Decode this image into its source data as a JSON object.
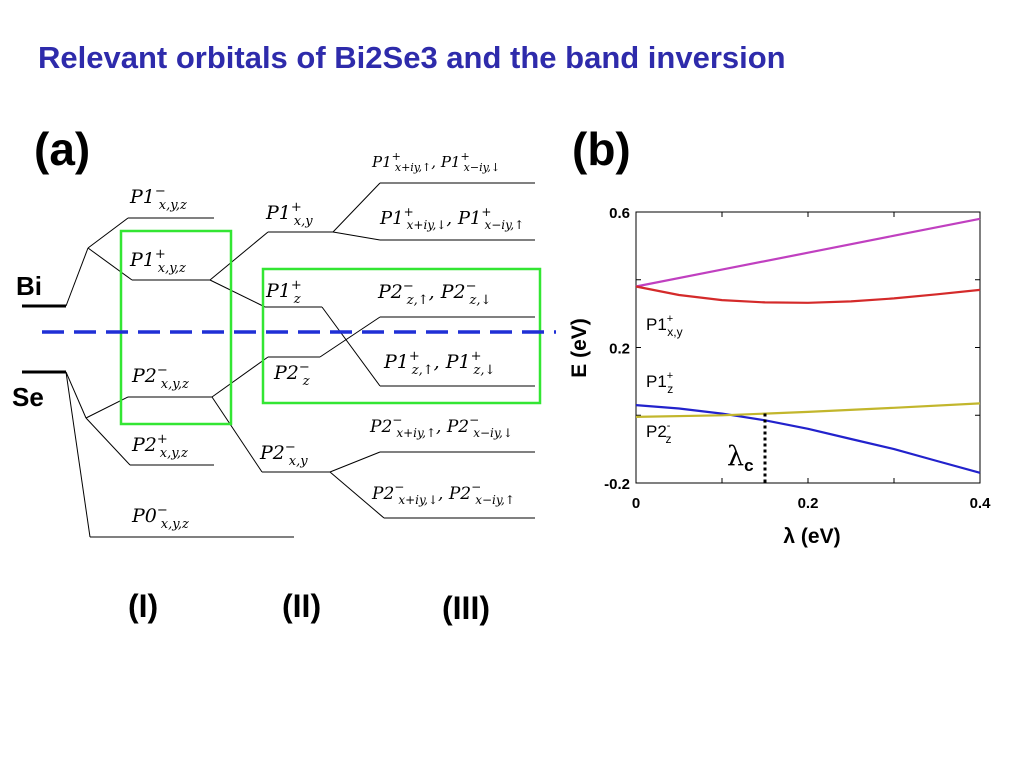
{
  "title": "Relevant orbitals of Bi2Se3 and the band inversion",
  "panel_a": {
    "label": "(a)",
    "atoms": {
      "bi": "Bi",
      "se": "Se"
    },
    "stages": {
      "s1": "(I)",
      "s2": "(II)",
      "s3": "(III)"
    },
    "col1": {
      "p1m": {
        "base": "P1",
        "sup": "−",
        "sub": "x,y,z"
      },
      "p1p": {
        "base": "P1",
        "sup": "+",
        "sub": "x,y,z"
      },
      "p2m": {
        "base": "P2",
        "sup": "−",
        "sub": "x,y,z"
      },
      "p2p": {
        "base": "P2",
        "sup": "+",
        "sub": "x,y,z"
      },
      "p0m": {
        "base": "P0",
        "sup": "−",
        "sub": "x,y,z"
      }
    },
    "col2": {
      "p1xy": {
        "base": "P1",
        "sup": "+",
        "sub": "x,y"
      },
      "p1z": {
        "base": "P1",
        "sup": "+",
        "sub": "z"
      },
      "p2z": {
        "base": "P2",
        "sup": "−",
        "sub": "z"
      },
      "p2xy": {
        "base": "P2",
        "sup": "−",
        "sub": "x,y"
      }
    },
    "col3": {
      "r1": [
        {
          "base": "P1",
          "sup": "+",
          "sub": "x+iy,↑"
        },
        {
          "base": "P1",
          "sup": "+",
          "sub": "x−iy,↓"
        }
      ],
      "r2": [
        {
          "base": "P1",
          "sup": "+",
          "sub": "x+iy,↓"
        },
        {
          "base": "P1",
          "sup": "+",
          "sub": "x−iy,↑"
        }
      ],
      "r3": [
        {
          "base": "P2",
          "sup": "−",
          "sub": "z,↑"
        },
        {
          "base": "P2",
          "sup": "−",
          "sub": "z,↓"
        }
      ],
      "r4": [
        {
          "base": "P1",
          "sup": "+",
          "sub": "z,↑"
        },
        {
          "base": "P1",
          "sup": "+",
          "sub": "z,↓"
        }
      ],
      "r5": [
        {
          "base": "P2",
          "sup": "−",
          "sub": "x+iy,↑"
        },
        {
          "base": "P2",
          "sup": "−",
          "sub": "x−iy,↓"
        }
      ],
      "r6": [
        {
          "base": "P2",
          "sup": "−",
          "sub": "x+iy,↓"
        },
        {
          "base": "P2",
          "sup": "−",
          "sub": "x−iy,↑"
        }
      ]
    },
    "colors": {
      "box": "#33e633",
      "fermi": "#1f2fd6",
      "lines": "#000000"
    }
  },
  "panel_b": {
    "label": "(b)",
    "chart_data": {
      "type": "line",
      "xlabel": "λ (eV)",
      "ylabel": "E (eV)",
      "xlim": [
        0,
        0.4
      ],
      "ylim": [
        -0.2,
        0.6
      ],
      "xticks": [
        "0",
        "0.2",
        "0.4"
      ],
      "yticks": [
        "-0.2",
        "0.2",
        "0.6"
      ],
      "critical_label": {
        "base": "λ",
        "sub": "c"
      },
      "critical_x": 0.15,
      "series": [
        {
          "name": "",
          "color": "#c040c0",
          "x": [
            0,
            0.1,
            0.2,
            0.3,
            0.4
          ],
          "y": [
            0.38,
            0.43,
            0.48,
            0.53,
            0.58
          ]
        },
        {
          "name": "P1⁺ x,y",
          "color": "#d42a2a",
          "x": [
            0,
            0.05,
            0.1,
            0.15,
            0.2,
            0.25,
            0.3,
            0.35,
            0.4
          ],
          "y": [
            0.38,
            0.355,
            0.34,
            0.333,
            0.332,
            0.336,
            0.345,
            0.357,
            0.37
          ]
        },
        {
          "name": "P1⁺ z",
          "color": "#2222cc",
          "x": [
            0,
            0.05,
            0.1,
            0.15,
            0.2,
            0.25,
            0.3,
            0.35,
            0.4
          ],
          "y": [
            0.03,
            0.02,
            0.005,
            -0.015,
            -0.04,
            -0.07,
            -0.1,
            -0.135,
            -0.17
          ]
        },
        {
          "name": "P2⁻ z",
          "color": "#c2b62c",
          "x": [
            0,
            0.1,
            0.2,
            0.3,
            0.4
          ],
          "y": [
            -0.005,
            0.0,
            0.01,
            0.022,
            0.035
          ]
        }
      ],
      "series_labels": [
        {
          "base": "P1",
          "sup": "+",
          "sub": "x,y"
        },
        {
          "base": "P1",
          "sup": "+",
          "sub": "z"
        },
        {
          "base": "P2",
          "sup": "-",
          "sub": "z"
        }
      ]
    }
  }
}
